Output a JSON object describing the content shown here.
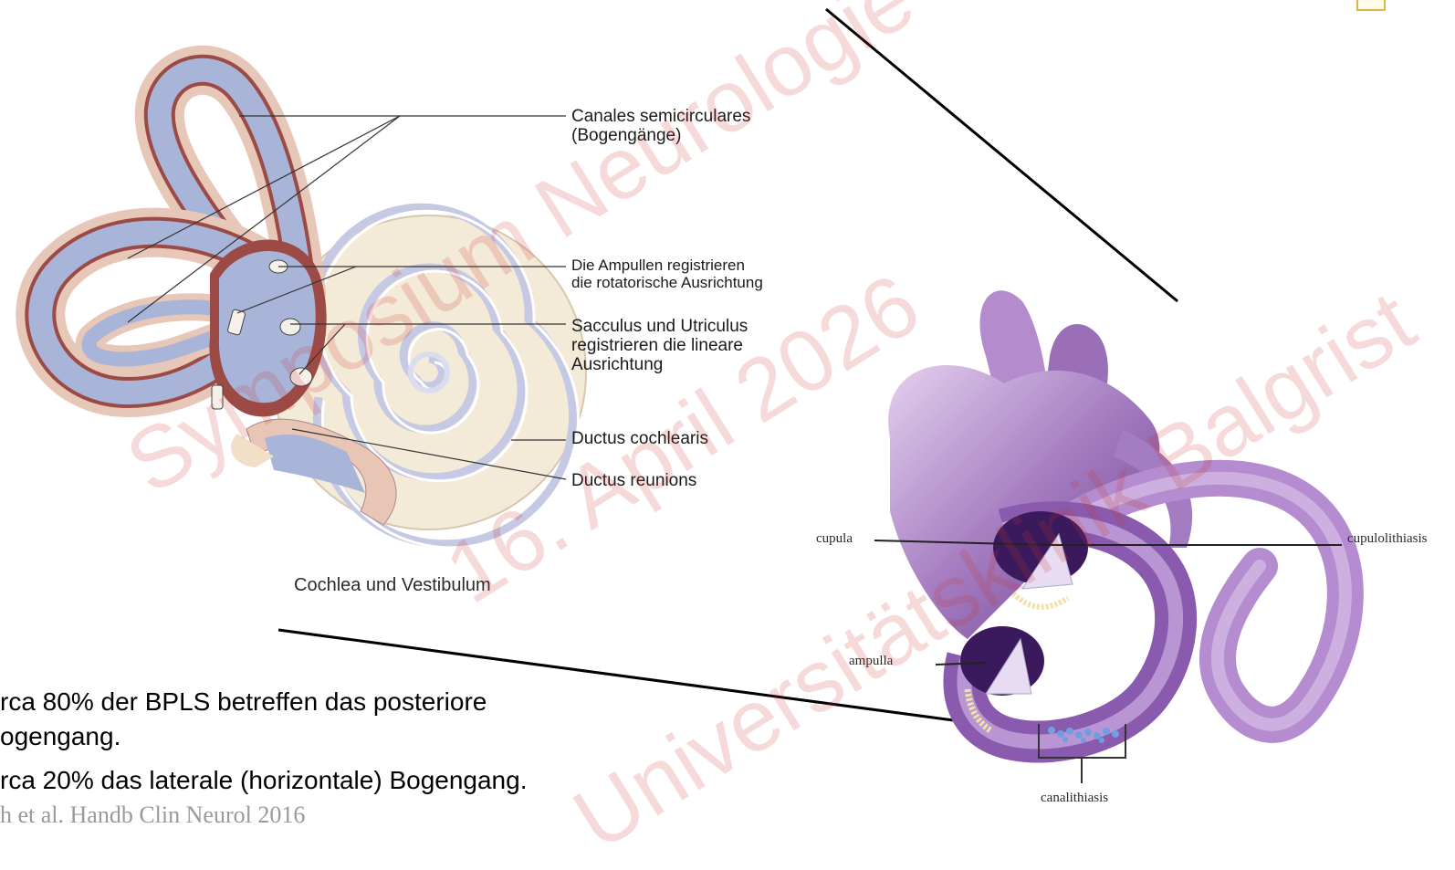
{
  "left_figure": {
    "labels": {
      "canales_line1": "Canales semicirculares",
      "canales_line2": "(Bogengänge)",
      "ampullen_line1": "Die Ampullen registrieren",
      "ampullen_line2": "die rotatorische Ausrichtung",
      "sacculus_line1": "Sacculus und Utriculus",
      "sacculus_line2": "registrieren die lineare",
      "sacculus_line3": "Ausrichtung",
      "ductus_cochlearis": "Ductus cochlearis",
      "ductus_reunions": "Ductus reunions"
    },
    "caption": "Cochlea und Vestibulum"
  },
  "right_figure": {
    "labels": {
      "cupula": "cupula",
      "cupulolithiasis": "cupulolithiasis",
      "ampulla": "ampulla",
      "canalithiasis": "canalithiasis"
    }
  },
  "bullets": {
    "line1": "rca 80% der BPLS betreffen das posteriore",
    "line2": "ogengang.",
    "line3": "rca 20% das laterale (horizontale) Bogengang.",
    "reference": "h         et al. Handb Clin Neurol 2016"
  },
  "watermark": {
    "line1": "Symposium Neurologie",
    "line2": "16. April 2026",
    "line3": "Universitätsklinik Balgrist"
  },
  "colors": {
    "bone": "#e9cdbf",
    "bone_dark": "#9b4a45",
    "membrane": "#a6b4d8",
    "cochlea": "#f2e6d2",
    "purple": "#9a6fb8",
    "watermark": "#c8322d"
  }
}
